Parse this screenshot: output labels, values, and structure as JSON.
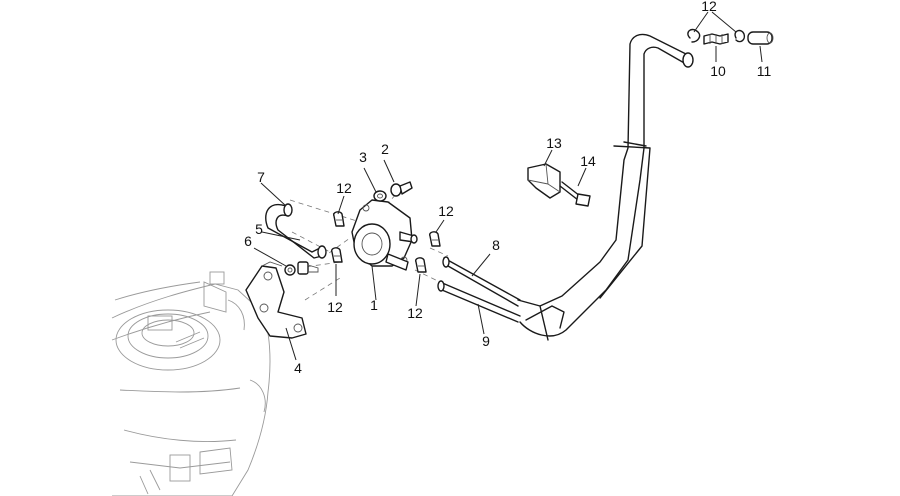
{
  "callouts": [
    {
      "id": "c1",
      "label": "1"
    },
    {
      "id": "c2",
      "label": "2"
    },
    {
      "id": "c3",
      "label": "3"
    },
    {
      "id": "c4",
      "label": "4"
    },
    {
      "id": "c5",
      "label": "5"
    },
    {
      "id": "c6",
      "label": "6"
    },
    {
      "id": "c7",
      "label": "7"
    },
    {
      "id": "c8",
      "label": "8"
    },
    {
      "id": "c9",
      "label": "9"
    },
    {
      "id": "c10",
      "label": "10"
    },
    {
      "id": "c11",
      "label": "11"
    },
    {
      "id": "c12a",
      "label": "12"
    },
    {
      "id": "c12b",
      "label": "12"
    },
    {
      "id": "c12c",
      "label": "12"
    },
    {
      "id": "c12d",
      "label": "12"
    },
    {
      "id": "c12e",
      "label": "12"
    },
    {
      "id": "c13",
      "label": "13"
    },
    {
      "id": "c14",
      "label": "14"
    }
  ]
}
